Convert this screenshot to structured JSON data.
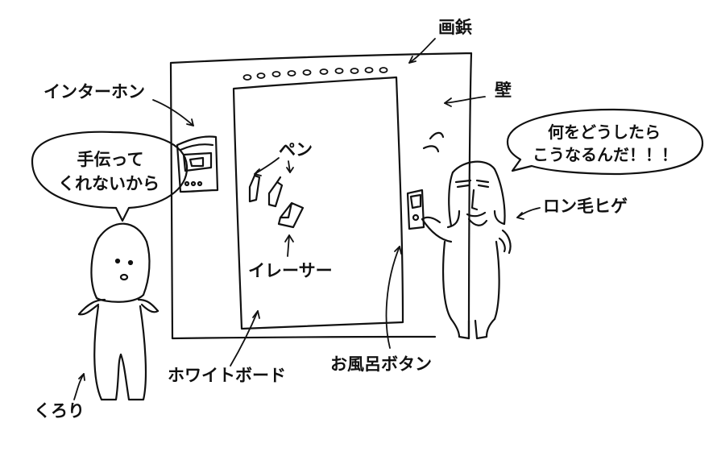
{
  "labels": {
    "gabyo": "画鋲",
    "kabe": "壁",
    "interphone": "インターホン",
    "pen": "ペン",
    "eraser": "イレーサー",
    "whiteboard": "ホワイトボード",
    "bath_button": "お風呂ボタン",
    "longhair": "ロン毛ヒゲ",
    "kurori": "くろり"
  },
  "bubbles": {
    "left": {
      "line1": "手伝って",
      "line2": "くれないから"
    },
    "right": {
      "line1": "何をどうしたら",
      "line2": "こうなるんだ！！！"
    }
  },
  "colors": {
    "ink": "#111111",
    "background": "#ffffff"
  }
}
